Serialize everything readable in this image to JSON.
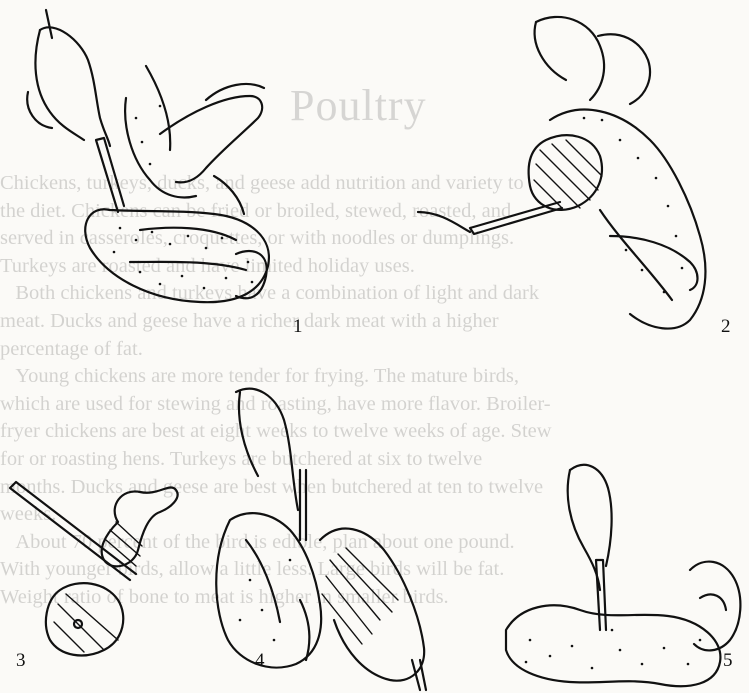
{
  "bleed_through": {
    "title": "Poultry",
    "body": "Chickens, turkeys, ducks, and geese add nutrition and variety to\nthe diet. Chickens can be fried or broiled, stewed, roasted, and\nserved in casseroles, croquettes, or with noodles or dumplings.\nTurkeys are roasted and have limited holiday uses.\n   Both chickens and turkeys have a combination of light and dark\nmeat. Ducks and geese have a richer dark meat with a higher\npercentage of fat.\n   Young chickens are more tender for frying. The mature birds,\nwhich are used for stewing and roasting, have more flavor. Broiler-\nfryer chickens are best at eight weeks to twelve weeks of age. Stew\nfor or roasting hens. Turkeys are butchered at six to twelve\nmonths. Ducks and geese are best when butchered at ten to twelve\nweeks.\n   About 70 percent of the bird is edible, plan about one pound.\nWith younger birds, allow a little less. Large birds will be fat.\nWeight ratio of bone to meat is higher in smaller birds."
  },
  "figure_numbers": [
    "1",
    "2",
    "3",
    "4",
    "5"
  ],
  "colors": {
    "ink": "#111111",
    "paper": "#fbfaf7"
  }
}
